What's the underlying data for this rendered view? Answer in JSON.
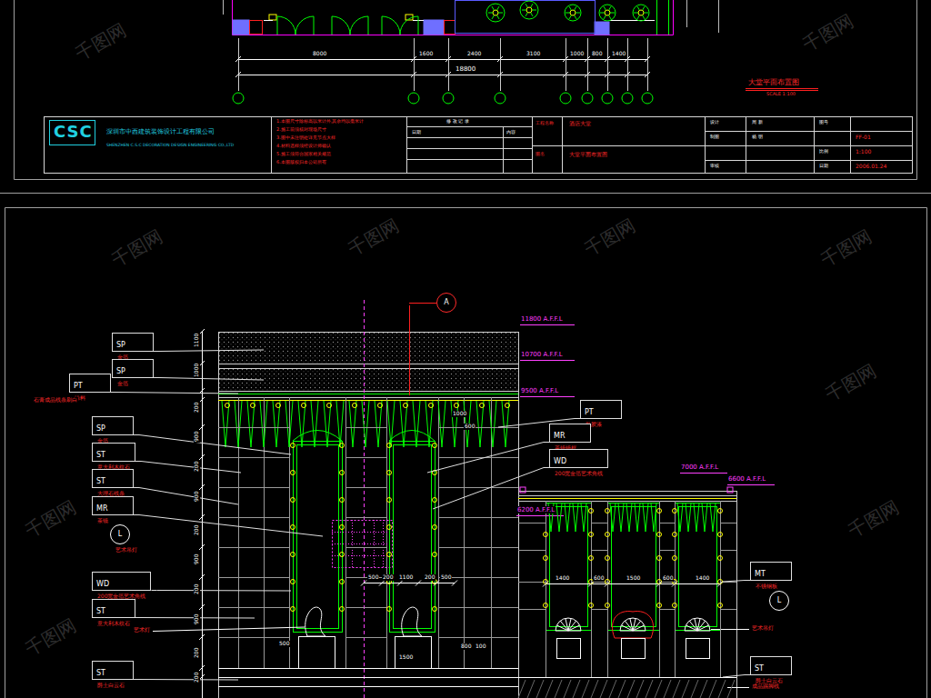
{
  "diagram": {
    "nodes": [
      {
        "text": [
          "SP",
          "金箔"
        ]
      },
      {
        "text": [
          "SP",
          "金箔"
        ]
      },
      {
        "text": [
          "PT",
          "涂料"
        ]
      },
      {
        "text": [
          "SP",
          "金箔"
        ]
      },
      {
        "text": [
          "ST",
          "意大利木纹石"
        ]
      },
      {
        "text": [
          "ST",
          "大理石线条"
        ]
      },
      {
        "text": [
          "MR",
          "茶镜"
        ]
      },
      {
        "text": [
          "L",
          "艺术吊灯"
        ]
      },
      {
        "text": [
          "WD",
          "200宽金箔艺术角线"
        ]
      },
      {
        "text": [
          "ST",
          "意大利木纹石"
        ]
      },
      {
        "text": [
          "ST",
          "爵士白云石"
        ]
      },
      {
        "text": [
          "A"
        ]
      },
      {
        "text": [
          "PT",
          "乳胶漆"
        ]
      },
      {
        "text": [
          "MR",
          "茶镜镜框"
        ]
      },
      {
        "text": [
          "WD",
          "200宽金箔艺术角线"
        ]
      },
      {
        "text": [
          "MT",
          "不锈钢板"
        ]
      },
      {
        "text": [
          "L"
        ]
      },
      {
        "text": [
          "ST",
          "爵士白云石"
        ]
      }
    ],
    "labels": [
      "8000",
      "1600",
      "2400",
      "3100",
      "1000",
      "800",
      "1400",
      "18800",
      "大堂平面布置图",
      "SCALE 1:100",
      "CSC",
      "深圳市中西建筑装饰设计工程有限公司",
      "SHENZHEN C.S.C DECORATION DESIGN ENGINEERING CO.,LTD",
      "1.本图尺寸除标高以米计外,其余均以毫米计",
      "2.施工前须核对现场尺寸",
      "3.图中未注明处详见节点大样",
      "4.材料选样须经设计师确认",
      "5.施工须符合国家相关规范",
      "6.本图版权归本公司所有",
      "修 改 记 录",
      "日期",
      "内容",
      "工程名称",
      "酒店大堂",
      "图名",
      "大堂平面布置图",
      "设计",
      "周 新",
      "图号",
      "制图",
      "杨 明",
      "FF-01",
      "比例",
      "1:100",
      "审核",
      "日期",
      "2006.01.24",
      "11800 A.F.F.L",
      "10700 A.F.F.L",
      "9500 A.F.F.L",
      "7000 A.F.F.L",
      "6600 A.F.F.L",
      "6200 A.F.F.L",
      "石膏成品线条刷白",
      "艺术灯",
      "艺术吊灯",
      "成品踢脚线",
      "1100",
      "1000",
      "200",
      "900",
      "200",
      "900",
      "200",
      "900",
      "200",
      "900",
      "200",
      "200",
      "1000",
      "600",
      "500",
      "200",
      "1100",
      "200",
      "500",
      "1400",
      "600",
      "1500",
      "600",
      "1400",
      "800",
      "100",
      "500",
      "1500",
      "千图网",
      "千图网",
      "千图网",
      "千图网",
      "千图网",
      "千图网",
      "千图网",
      "千图网",
      "千图网",
      "千图网"
    ]
  }
}
